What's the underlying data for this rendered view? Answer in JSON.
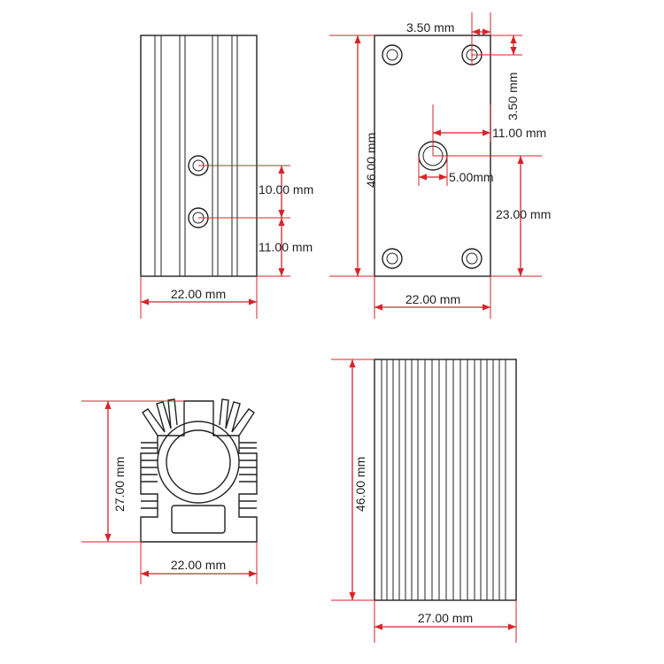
{
  "colors": {
    "dimension": "#d8232a",
    "outline": "#222222",
    "background": "#ffffff"
  },
  "views": {
    "front": {
      "width_label": "22.00 mm",
      "hole_spacing_label": "10.00 mm",
      "hole_to_bottom_label": "11.00 mm"
    },
    "side": {
      "hole_offset_x_label": "3.50 mm",
      "hole_offset_y_label": "3.50 mm",
      "height_label": "46.00 mm",
      "center_x_label": "11.00 mm",
      "aperture_label": "5.00mm",
      "center_y_label": "23.00 mm",
      "width_label": "22.00 mm"
    },
    "end": {
      "height_label": "27.00 mm",
      "width_label": "22.00 mm"
    },
    "fins": {
      "height_label": "46.00 mm",
      "width_label": "27.00 mm"
    }
  }
}
